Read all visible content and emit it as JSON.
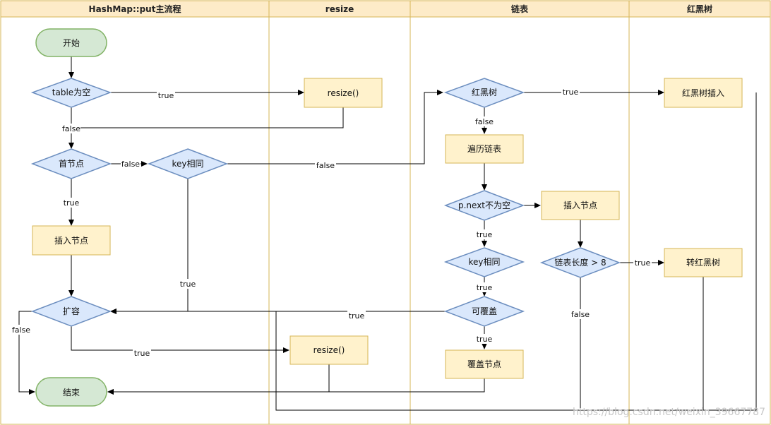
{
  "lanes": [
    "HashMap::put主流程",
    "resize",
    "链表",
    "红黑树"
  ],
  "nodes": {
    "start": "开始",
    "table_empty": "table为空",
    "first_node": "首节点",
    "insert_node_main": "插入节点",
    "expand": "扩容",
    "end": "结束",
    "key_same_main": "key相同",
    "resize_1": "resize()",
    "resize_2": "resize()",
    "rbtree_decide": "红黑树",
    "traverse_list": "遍历链表",
    "p_next_not_null": "p.next不为空",
    "key_same_list": "key相同",
    "can_overwrite": "可覆盖",
    "overwrite_node": "覆盖节点",
    "insert_node_list": "插入节点",
    "list_length_gt8": "链表长度 > 8",
    "rbtree_insert": "红黑树插入",
    "to_rbtree": "转红黑树"
  },
  "edge_labels": {
    "table_empty_true": "true",
    "table_empty_false": "false",
    "first_node_false": "false",
    "first_node_true": "true",
    "key_same_main_false": "false",
    "key_same_main_true": "true",
    "expand_true": "true",
    "expand_false": "false",
    "rbtree_true": "true",
    "rbtree_false": "false",
    "p_next_true": "true",
    "key_same_list_true": "true",
    "can_overwrite_true": "true",
    "can_overwrite_true_2": "true",
    "length_true": "true",
    "length_false": "false"
  },
  "watermark": "https://blog.csdn.net/weixin_39667787",
  "colors": {
    "lane_header_bg": "#fdebc8",
    "lane_border": "#d6b656",
    "terminal_fill": "#d5e8d4",
    "terminal_stroke": "#82b366",
    "decision_fill": "#dae8fc",
    "decision_stroke": "#6c8ebf",
    "process_fill": "#fff2cc",
    "process_stroke": "#d6b656",
    "edge": "#000000"
  }
}
